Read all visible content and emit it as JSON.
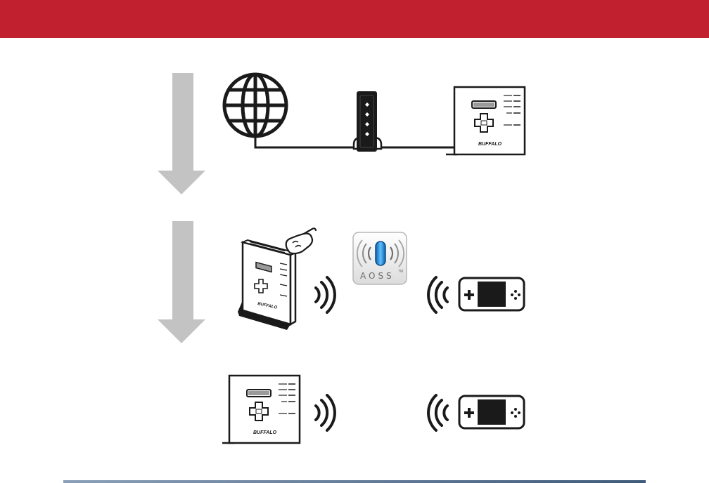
{
  "colors": {
    "header": "#c1202f",
    "arrow": "#c3c3c3",
    "ink": "#1a1a1a",
    "aoss_blue": "#1b8fd8",
    "bottom_rule_start": "#8ba0b8",
    "bottom_rule_end": "#3f5a7a"
  },
  "brand": {
    "label": "BUFFALO"
  },
  "aoss": {
    "label": "AOSS",
    "trademark": "TM"
  },
  "icons": {
    "internet": "globe-icon",
    "modem": "modem-icon",
    "router": "router-icon",
    "aoss": "aoss-button-icon",
    "wireless": "wireless-signal-icon",
    "game_console": "handheld-console-icon",
    "hand": "pointing-hand-icon",
    "step_arrow": "down-arrow-icon"
  }
}
